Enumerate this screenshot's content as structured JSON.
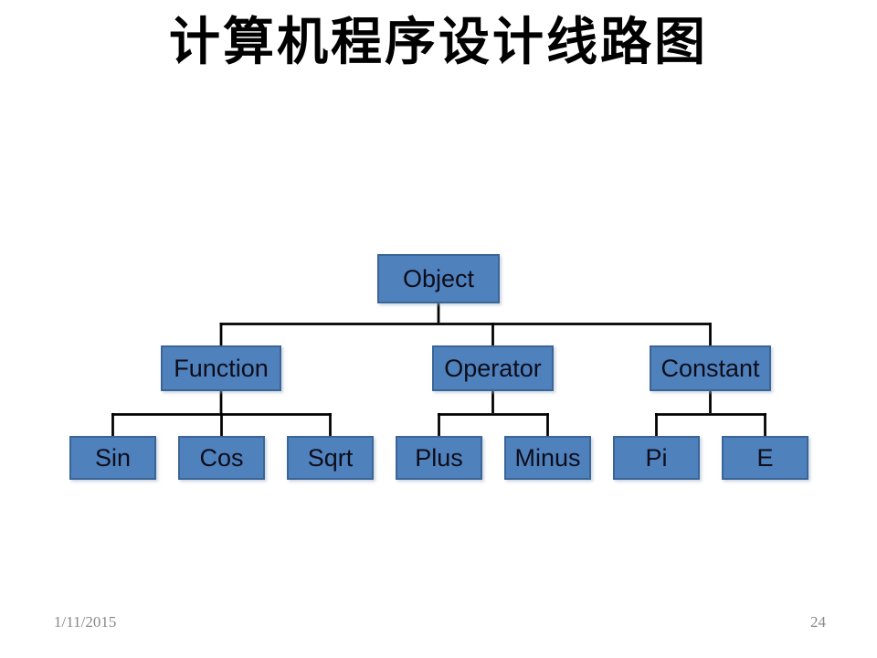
{
  "slide": {
    "title": "计算机程序设计线路图",
    "footer": {
      "date": "1/11/2015",
      "page_number": "24"
    }
  },
  "colors": {
    "background": "#FFFFFF",
    "box_fill": "#4F81BD",
    "box_border": "#3A6596",
    "box_text": "#0D0D1A",
    "connector": "#000000",
    "title_text": "#000000",
    "footer_text": "#898989"
  },
  "tree": {
    "type": "org-chart",
    "root": {
      "label": "Object",
      "children": [
        {
          "label": "Function",
          "children": [
            {
              "label": "Sin"
            },
            {
              "label": "Cos"
            },
            {
              "label": "Sqrt"
            }
          ]
        },
        {
          "label": "Operator",
          "children": [
            {
              "label": "Plus"
            },
            {
              "label": "Minus"
            }
          ]
        },
        {
          "label": "Constant",
          "children": [
            {
              "label": "Pi"
            },
            {
              "label": "E"
            }
          ]
        }
      ]
    }
  }
}
